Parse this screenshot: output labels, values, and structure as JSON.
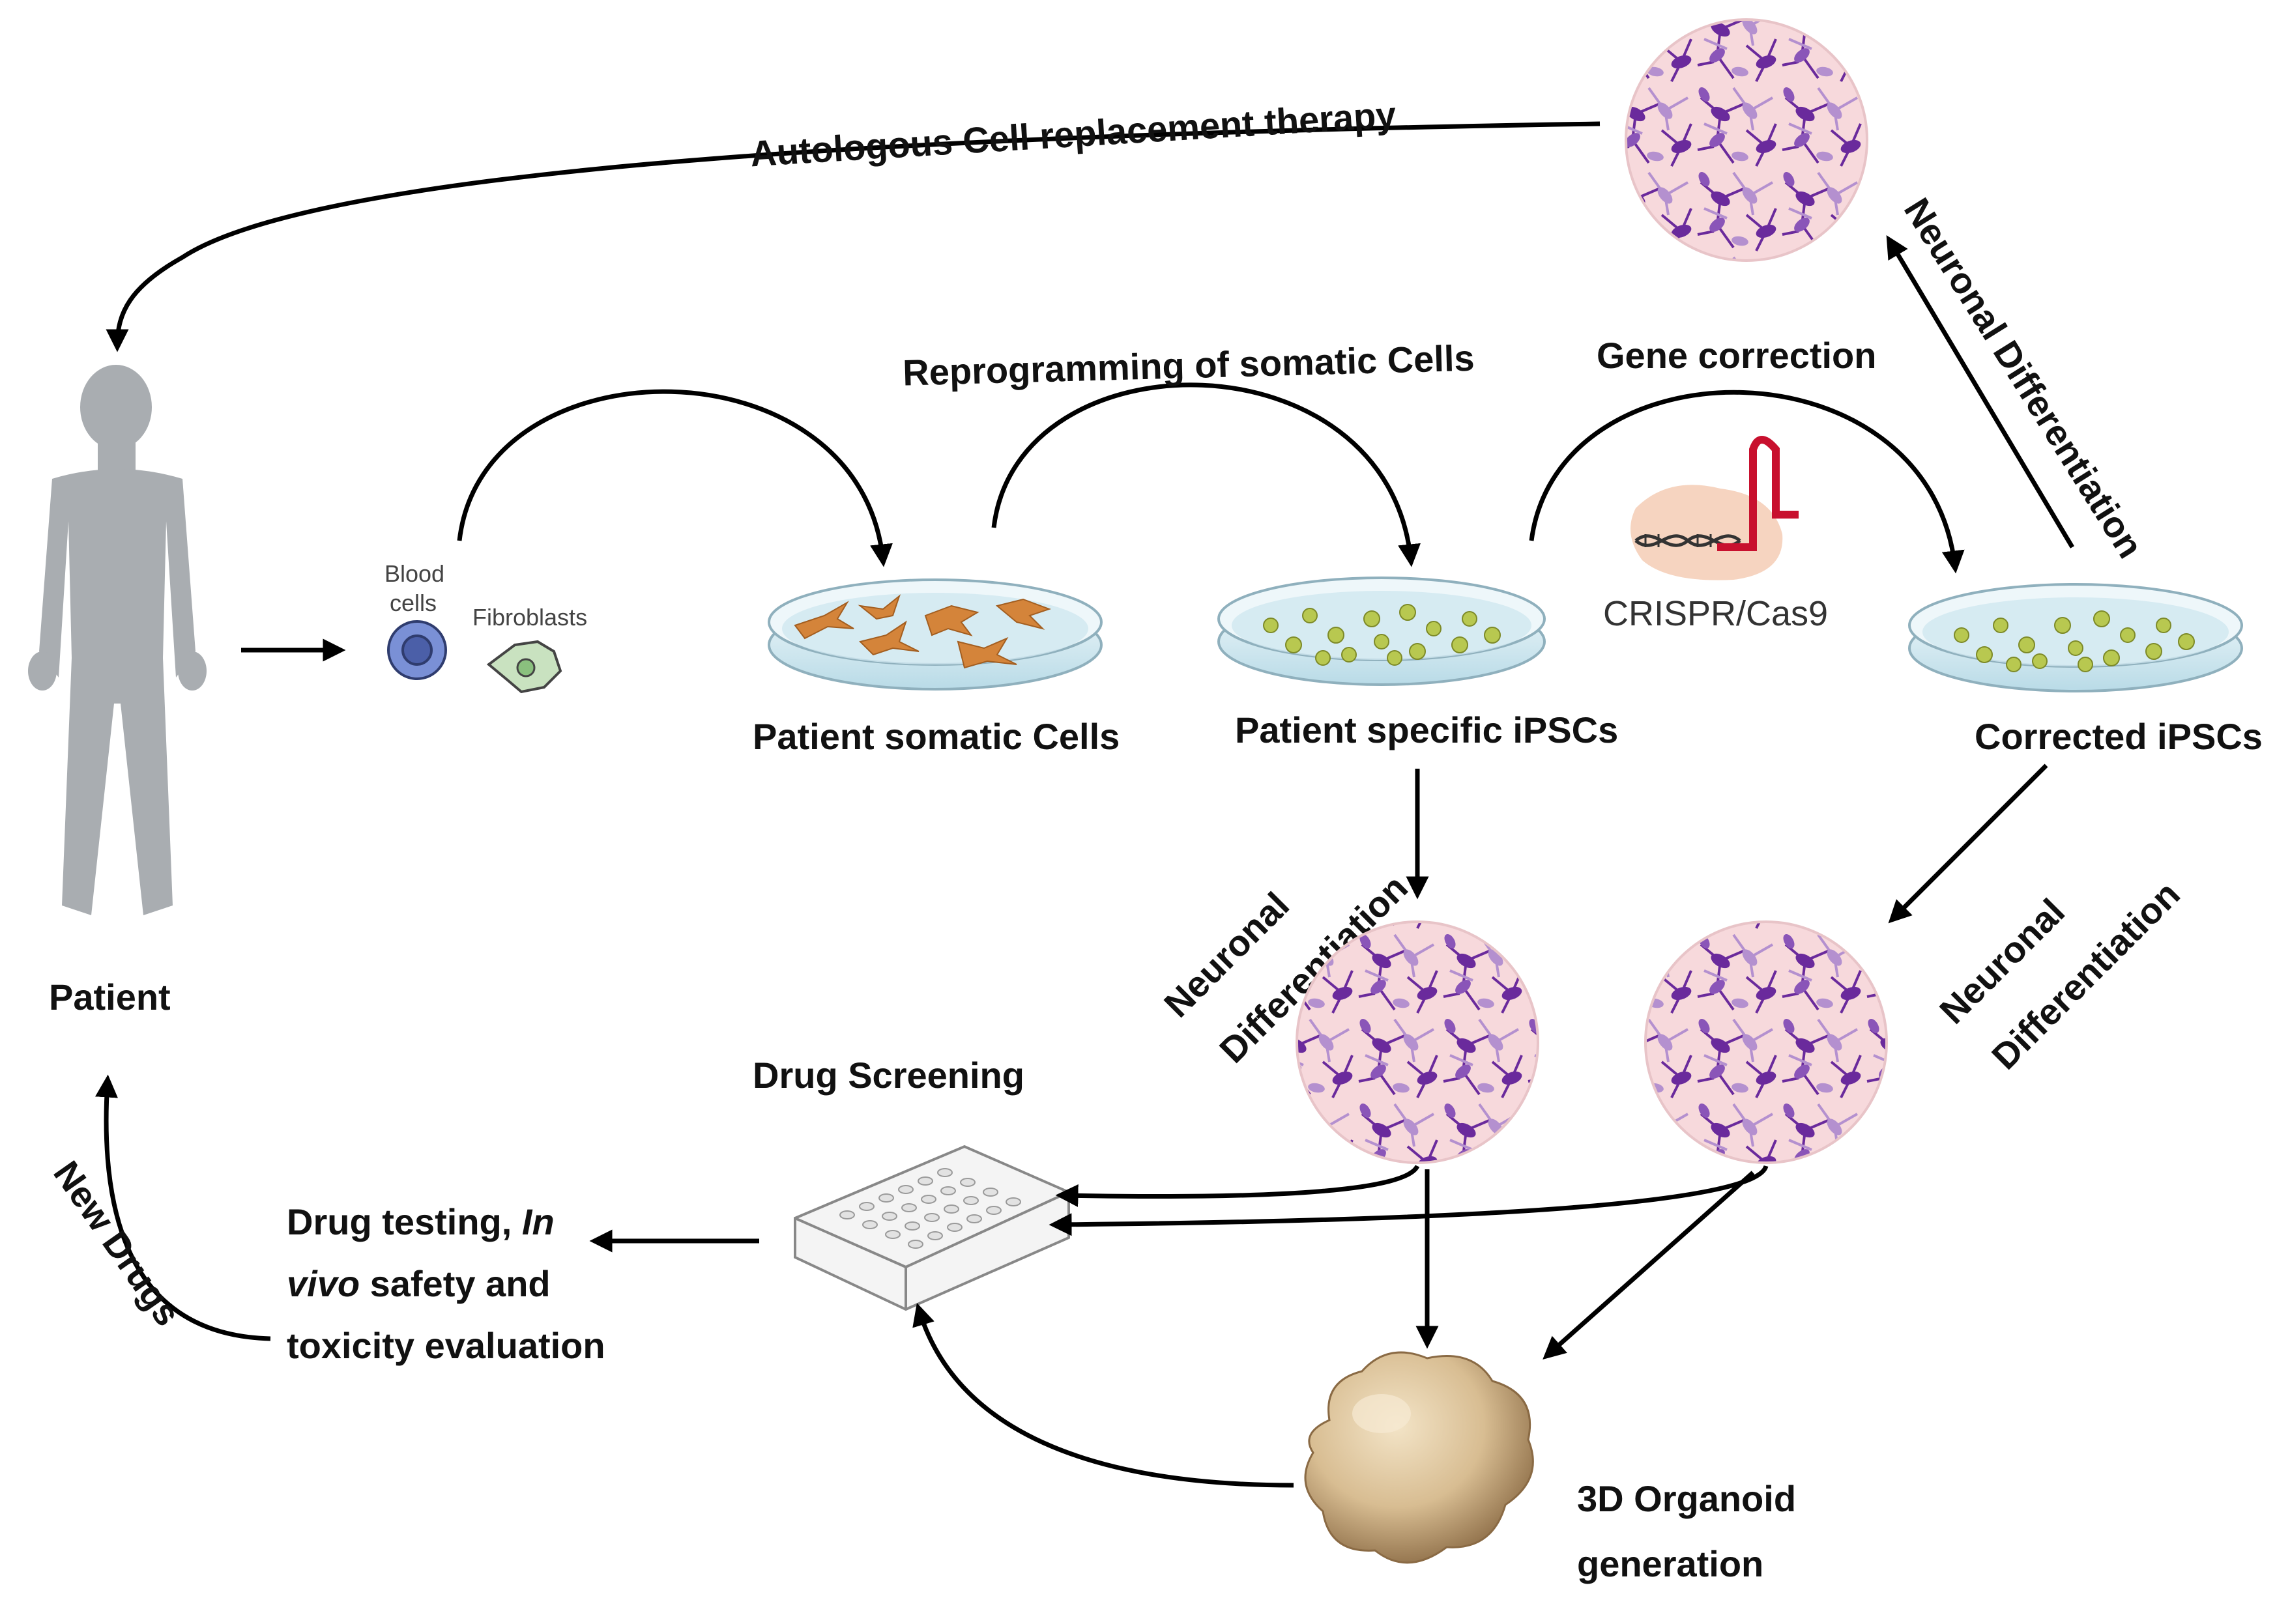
{
  "labels": {
    "autologous": "Autologous Cell replacement therapy",
    "reprogramming": "Reprogramming of somatic Cells",
    "gene_correction": "Gene correction",
    "neuronal_diff": "Neuronal Differentiation",
    "neuronal_word": "Neuronal",
    "differentiation_word": "Differentiation",
    "blood": "Blood",
    "cells": "cells",
    "fibroblasts": "Fibroblasts",
    "crispr": "CRISPR/Cas9",
    "patient_somatic": "Patient somatic Cells",
    "patient_ipsc": "Patient specific iPSCs",
    "corrected_ipsc": "Corrected iPSCs",
    "patient": "Patient",
    "drug_screening": "Drug Screening",
    "new_drugs": "New Drugs",
    "drug_testing_1a": "Drug testing, ",
    "drug_testing_1b": "In",
    "drug_testing_2a": "vivo",
    "drug_testing_2b": " safety and",
    "drug_testing_3": "toxicity evaluation",
    "organoid_1": "3D Organoid",
    "organoid_2": "generation"
  },
  "colors": {
    "silhouette": "#a9adb1",
    "neuron_bg": "#f7d9dc",
    "neuron_dark": "#6a2a9c",
    "neuron_light": "#b490cf",
    "dish_liquid": "#cfe7f0",
    "somatic_cell": "#d4843a",
    "ipsc_colony": "#b8c850",
    "blood_cell": "#7a90d6",
    "fibroblast": "#c9e2c0",
    "crispr_red": "#c8102e",
    "crispr_blob": "#f6d4c0",
    "organoid": "#d8bd92"
  }
}
